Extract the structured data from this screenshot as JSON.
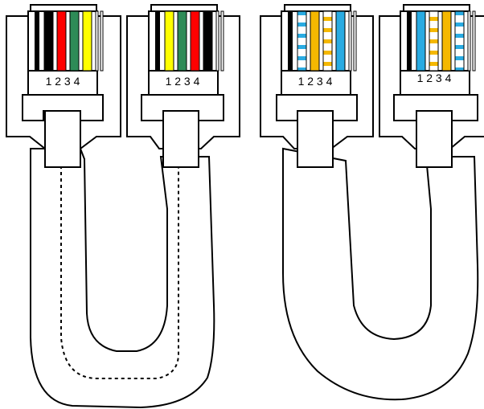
{
  "colors": {
    "outline": "#000000",
    "background": "#ffffff",
    "black": "#000000",
    "red": "#ff0000",
    "green": "#2e8b57",
    "yellow": "#ffff00",
    "blue": "#29abe2",
    "orange": "#f5b800"
  },
  "cables": [
    {
      "id": "straight-cable",
      "connectors": [
        {
          "pin_label": "1 2 3 4",
          "wires": [
            "black",
            "red",
            "green",
            "yellow"
          ]
        },
        {
          "pin_label": "1 2 3 4",
          "wires": [
            "yellow",
            "green",
            "red",
            "black"
          ]
        }
      ],
      "dashed_inner_path": true
    },
    {
      "id": "crossover-cable",
      "connectors": [
        {
          "pin_label": "1 2 3 4",
          "wires": [
            "white-blue",
            "orange",
            "white-orange",
            "blue"
          ]
        },
        {
          "pin_label": "1 2 3 4",
          "wires": [
            "blue",
            "white-orange",
            "orange",
            "white-blue"
          ]
        }
      ],
      "dashed_inner_path": false
    }
  ]
}
